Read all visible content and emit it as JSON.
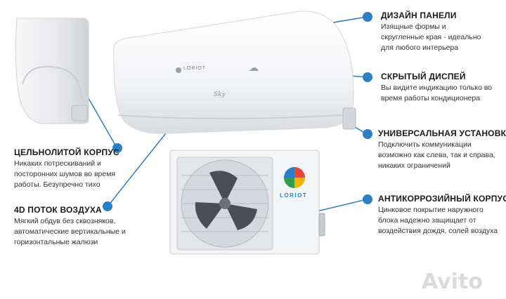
{
  "callouts": [
    {
      "title": "ДИЗАЙН ПАНЕЛИ",
      "lines": [
        "Изящные формы и",
        "скругленные края - идеально",
        "для любого интерьера"
      ]
    },
    {
      "title": "СКРЫТЫЙ ДИСПЕЙ",
      "lines": [
        "Вы видите индикацию только во",
        "время работы кондиционера"
      ]
    },
    {
      "title": "УНИВЕРСАЛЬНАЯ УСТАНОВКА",
      "lines": [
        "Подключить коммуникации",
        "возможно как слева, так и справа,",
        "никаких ограничений"
      ]
    },
    {
      "title": "АНТИКОРРОЗИЙНЫЙ КОРПУС",
      "lines": [
        "Цинковое покрытие наружного",
        "блока надежно защищает от",
        "воздействия дождя, солей воздуха"
      ]
    },
    {
      "title": "ЦЕЛЬНОЛИТОЙ КОРПУС",
      "lines": [
        "Никаких потрескиваний и",
        "посторонних шумов во время",
        "работы. Безупречно тихо"
      ]
    },
    {
      "title": "4D ПОТОК ВОЗДУХА",
      "lines": [
        "Мягкий обдув без сквозняков,",
        "автоматические вертикальные и",
        "горизонтальные жалюзи"
      ]
    }
  ],
  "brand": {
    "logo_text": "LORIOT",
    "model_text": "Sky"
  },
  "watermark": "Avito",
  "colors": {
    "accent": "#2b7fc6",
    "unit_body": "#f4f5f7"
  }
}
